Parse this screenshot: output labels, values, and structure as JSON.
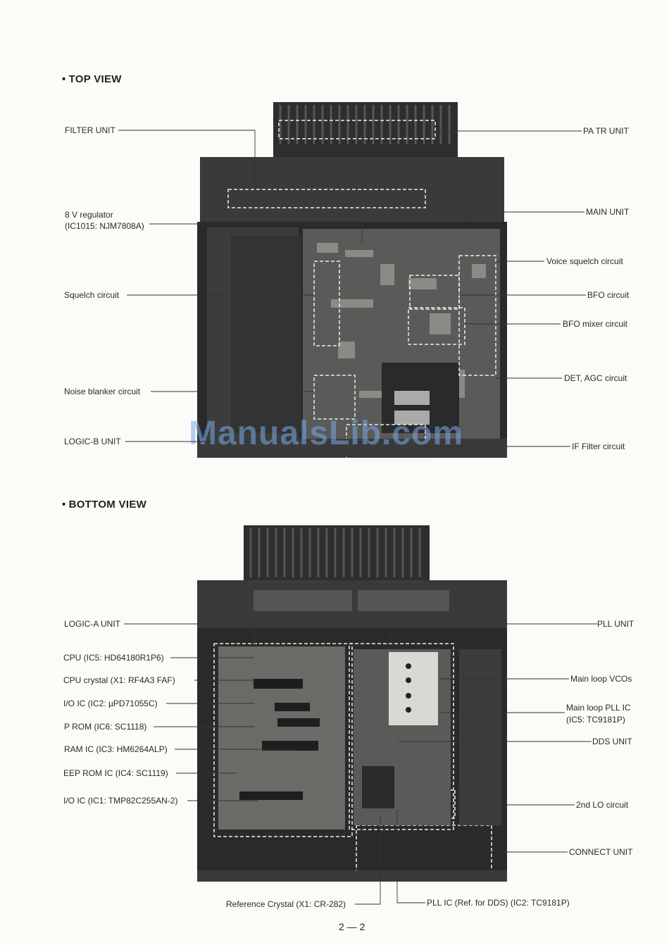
{
  "top_view": {
    "heading": "TOP VIEW",
    "labels_left": [
      "FILTER UNIT",
      "8 V regulator",
      "(IC1015: NJM7808A)",
      "Squelch circuit",
      "Noise blanker circuit",
      "LOGIC-B UNIT"
    ],
    "labels_right": [
      "PA TR UNIT",
      "MAIN UNIT",
      "Voice squelch circuit",
      "BFO circuit",
      "BFO mixer circuit",
      "DET, AGC circuit",
      "IF Filter circuit"
    ]
  },
  "bottom_view": {
    "heading": "BOTTOM VIEW",
    "labels_left": [
      "LOGIC-A UNIT",
      "CPU (IC5: HD64180R1P6)",
      "CPU crystal (X1: RF4A3 FAF)",
      "I/O IC (IC2: µPD71055C)",
      "P ROM (IC6: SC1118)",
      "RAM IC (IC3: HM6264ALP)",
      "EEP ROM IC (IC4: SC1119)",
      "I/O IC (IC1: TMP82C255AN-2)"
    ],
    "labels_right": [
      "PLL UNIT",
      "Main loop VCOs",
      "Main loop PLL IC",
      "(IC5: TC9181P)",
      "DDS UNIT",
      "2nd LO circuit",
      "CONNECT UNIT"
    ],
    "labels_bottom": [
      "Reference Crystal (X1: CR-282)",
      "PLL IC (Ref. for DDS) (IC2: TC9181P)"
    ]
  },
  "watermark": "ManualsLib.com",
  "page_number": "2 — 2",
  "icons": {
    "bullet": "bullet-dot-icon"
  }
}
